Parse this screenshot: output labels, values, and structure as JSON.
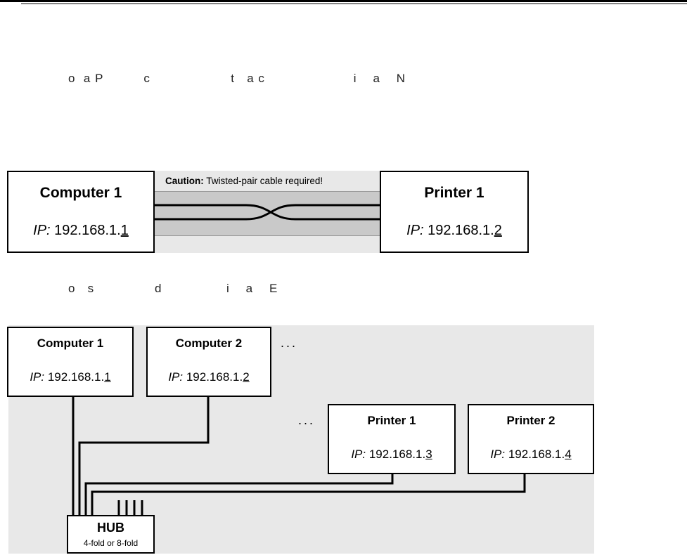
{
  "heading_line_1": "o  a P          c                    t   a c                      i    a    N",
  "heading_line_2": "o   s               d                i    a    E",
  "diagram1": {
    "caution_label": "Caution:",
    "caution_text": " Twisted-pair cable required!",
    "computer": {
      "title": "Computer 1",
      "ip_label": "IP:",
      "ip_prefix": " 192.168.1.",
      "ip_suffix": "1"
    },
    "printer": {
      "title": "Printer 1",
      "ip_label": "IP:",
      "ip_prefix": " 192.168.1.",
      "ip_suffix": "2"
    }
  },
  "diagram2": {
    "computers": [
      {
        "title": "Computer 1",
        "ip_label": "IP:",
        "ip_prefix": " 192.168.1.",
        "ip_suffix": "1"
      },
      {
        "title": "Computer 2",
        "ip_label": "IP:",
        "ip_prefix": " 192.168.1.",
        "ip_suffix": "2"
      }
    ],
    "printers": [
      {
        "title": "Printer 1",
        "ip_label": "IP:",
        "ip_prefix": " 192.168.1.",
        "ip_suffix": "3"
      },
      {
        "title": "Printer 2",
        "ip_label": "IP:",
        "ip_prefix": " 192.168.1.",
        "ip_suffix": "4"
      }
    ],
    "ellipsis": "...",
    "hub": {
      "title": "HUB",
      "subtitle": "4-fold or 8-fold"
    }
  }
}
